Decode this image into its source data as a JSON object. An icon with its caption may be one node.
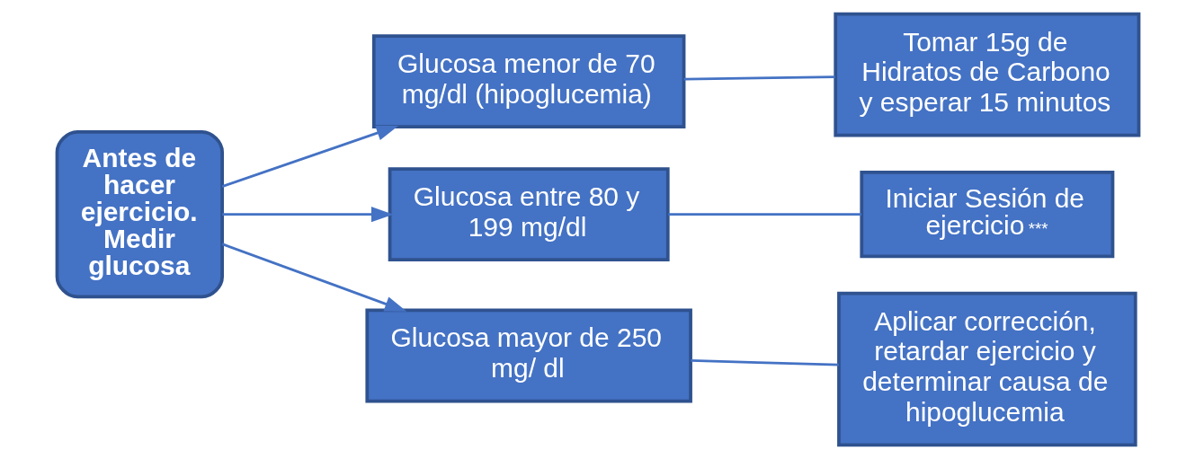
{
  "diagram": {
    "nodes": [
      {
        "text": [
          "Antes de hacer ejercicio. Medir glucosa"
        ]
      },
      {
        "text": [
          "Glucosa menor de 70 mg/dl (hipoglucemia)"
        ]
      },
      {
        "text": [
          "Tomar 15g de Hidratos de Carbono y esperar 15 minutos"
        ]
      },
      {
        "text": [
          "Glucosa entre 80 y 199 mg/dl"
        ]
      },
      {
        "text": [
          "Iniciar Sesión de ejercicio$^{***}$"
        ]
      },
      {
        "text": [
          "Glucosa mayor de 250 mg/ dl"
        ]
      },
      {
        "text": [
          "Aplicar corrección, retardar ejercicio y determinar causa de hipoglucemia"
        ]
      }
    ],
    "edges": [
      {
        "from": 0,
        "to": 1,
        "arrow": "to"
      },
      {
        "from": 0,
        "to": 3,
        "arrow": "to"
      },
      {
        "from": 0,
        "to": 5,
        "arrow": "to"
      },
      {
        "from": 1,
        "to": 2,
        "arrow": "none"
      },
      {
        "from": 3,
        "to": 4,
        "arrow": "none"
      },
      {
        "from": 5,
        "to": 6,
        "arrow": "none"
      }
    ]
  }
}
